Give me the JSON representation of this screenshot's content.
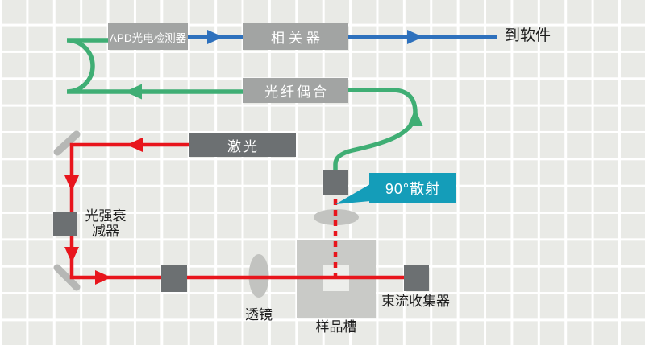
{
  "diagram": {
    "nodes": {
      "apd": {
        "label": "APD光电检测器"
      },
      "correlator": {
        "label": "相关器"
      },
      "fiber_coupler": {
        "label": "光纤偶合"
      },
      "laser": {
        "label": "激光"
      },
      "attenuator": {
        "label": "光强衰减器",
        "label_line1": "光强衰",
        "label_line2": "减器"
      },
      "lens": {
        "label": "透镜"
      },
      "sample_cell": {
        "label": "样品槽"
      },
      "beam_dump": {
        "label": "束流收集器"
      },
      "software": {
        "label": "到软件"
      },
      "scatter_callout": {
        "label": "90°散射"
      }
    },
    "edges": [
      {
        "from": "laser",
        "to": "upper_mirror",
        "type": "laser-beam"
      },
      {
        "from": "upper_mirror",
        "to": "attenuator",
        "type": "laser-beam"
      },
      {
        "from": "attenuator",
        "to": "lower_mirror",
        "type": "laser-beam"
      },
      {
        "from": "lower_mirror",
        "to": "sample_cell",
        "type": "laser-beam",
        "through": [
          "conditioner",
          "lens"
        ]
      },
      {
        "from": "sample_cell",
        "to": "beam_dump",
        "type": "laser-beam"
      },
      {
        "from": "sample_cell",
        "to": "detector_head",
        "type": "scattered-light-90deg",
        "style": "dashed",
        "through": [
          "collection_lens"
        ]
      },
      {
        "from": "detector_head",
        "to": "fiber_coupler",
        "type": "fiber"
      },
      {
        "from": "fiber_coupler",
        "to": "apd",
        "type": "fiber"
      },
      {
        "from": "apd",
        "to": "correlator",
        "type": "signal"
      },
      {
        "from": "correlator",
        "to": "software",
        "type": "signal"
      }
    ],
    "colors": {
      "background": "#e9eae6",
      "laser_beam": "#e8151c",
      "fiber_path": "#3fae74",
      "signal_path": "#2e71bd",
      "callout": "#149db9",
      "dark_box": "#6c7072",
      "light_box": "#a2a4a3",
      "chamber": "#c9cac7",
      "cuvette": "#edeeeb",
      "optic": "#c2c3c0",
      "mirror": "#b6b7b5",
      "label_color": "#1c1c1c"
    }
  }
}
